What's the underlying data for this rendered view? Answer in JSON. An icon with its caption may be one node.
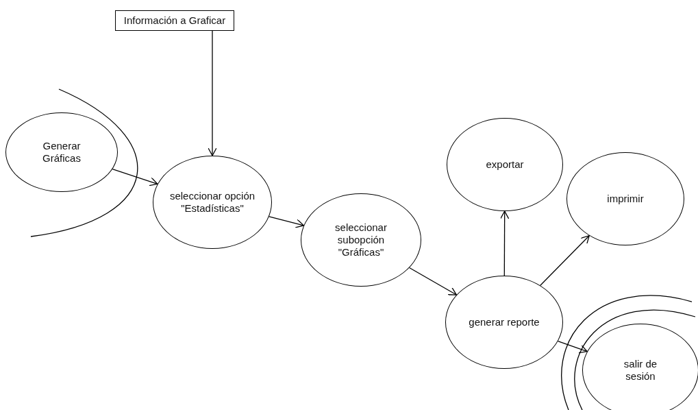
{
  "diagram": {
    "nodes": [
      {
        "text": [
          "Información a Graficar"
        ]
      },
      {
        "text": [
          "Generar Gráficas"
        ]
      },
      {
        "text": [
          "seleccionar opción \"Estadísticas\""
        ]
      },
      {
        "text": [
          "seleccionar subopción \"Gráficas\""
        ]
      },
      {
        "text": [
          "generar reporte"
        ]
      },
      {
        "text": [
          "exportar"
        ]
      },
      {
        "text": [
          "imprimir"
        ]
      },
      {
        "text": [
          "salir de sesión"
        ]
      }
    ],
    "edges": [
      {
        "from": 0,
        "to": 2,
        "arrow": "to"
      },
      {
        "from": 1,
        "to": 2,
        "arrow": "to"
      },
      {
        "from": 2,
        "to": 3,
        "arrow": "to"
      },
      {
        "from": 3,
        "to": 4,
        "arrow": "to"
      },
      {
        "from": 4,
        "to": 5,
        "arrow": "to"
      },
      {
        "from": 4,
        "to": 6,
        "arrow": "to"
      },
      {
        "from": 4,
        "to": 7,
        "arrow": "to"
      }
    ]
  }
}
